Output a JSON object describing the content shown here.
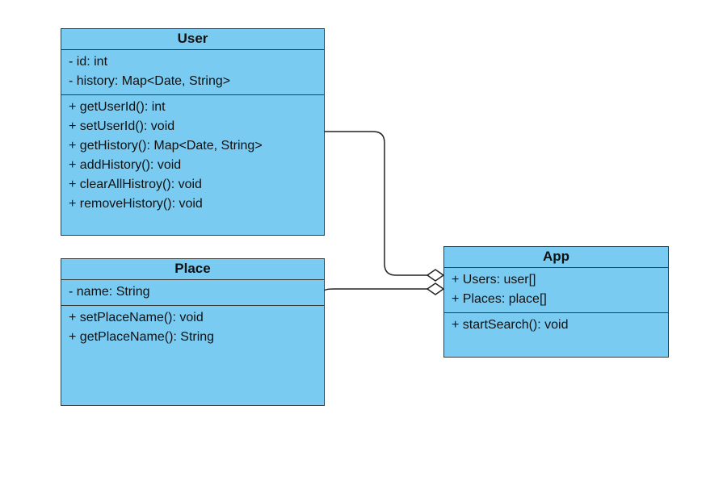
{
  "classes": {
    "user": {
      "name": "User",
      "attributes": [
        "- id: int",
        "- history: Map<Date, String>"
      ],
      "methods": [
        "+ getUserId(): int",
        "+ setUserId(): void",
        "+ getHistory(): Map<Date, String>",
        "+ addHistory(): void",
        "+ clearAllHistroy(): void",
        "+ removeHistory(): void"
      ]
    },
    "place": {
      "name": "Place",
      "attributes": [
        "- name: String"
      ],
      "methods": [
        "+ setPlaceName(): void",
        "+ getPlaceName(): String"
      ]
    },
    "app": {
      "name": "App",
      "attributes": [
        "+ Users: user[]",
        "+ Places: place[]"
      ],
      "methods": [
        "+ startSearch(): void"
      ]
    }
  },
  "relations": [
    {
      "from": "User",
      "to": "App",
      "type": "aggregation"
    },
    {
      "from": "Place",
      "to": "App",
      "type": "aggregation"
    }
  ],
  "colors": {
    "class_fill": "#79cbf2",
    "class_border": "#3a3a3a",
    "connector": "#222222"
  }
}
